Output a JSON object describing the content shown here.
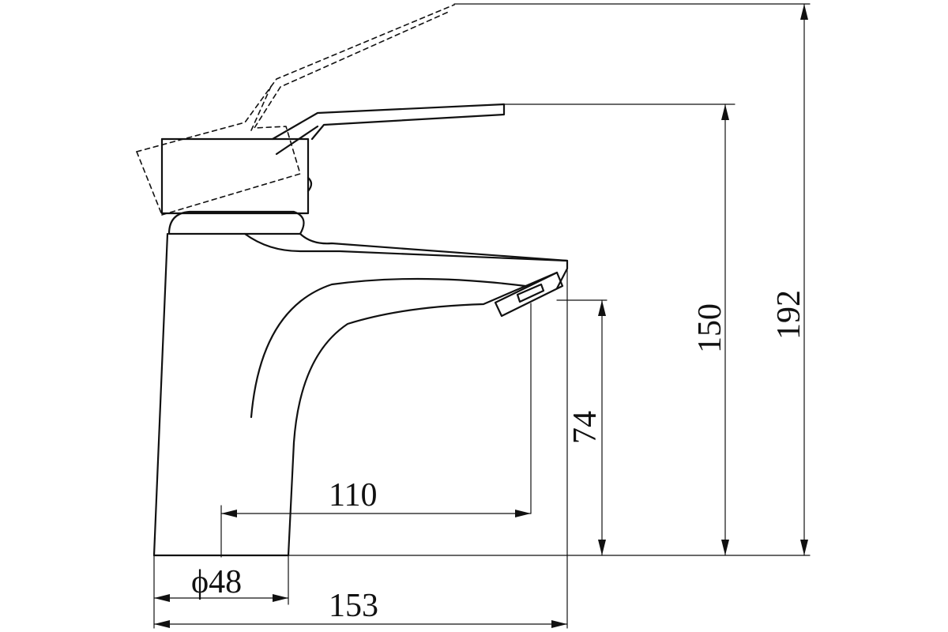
{
  "dimensions": {
    "overall_height": "192",
    "lever_height": "150",
    "spout_height": "74",
    "spout_reach": "110",
    "base_diameter": "ϕ48",
    "overall_length": "153"
  },
  "colors": {
    "line": "#111111",
    "background": "#ffffff"
  }
}
